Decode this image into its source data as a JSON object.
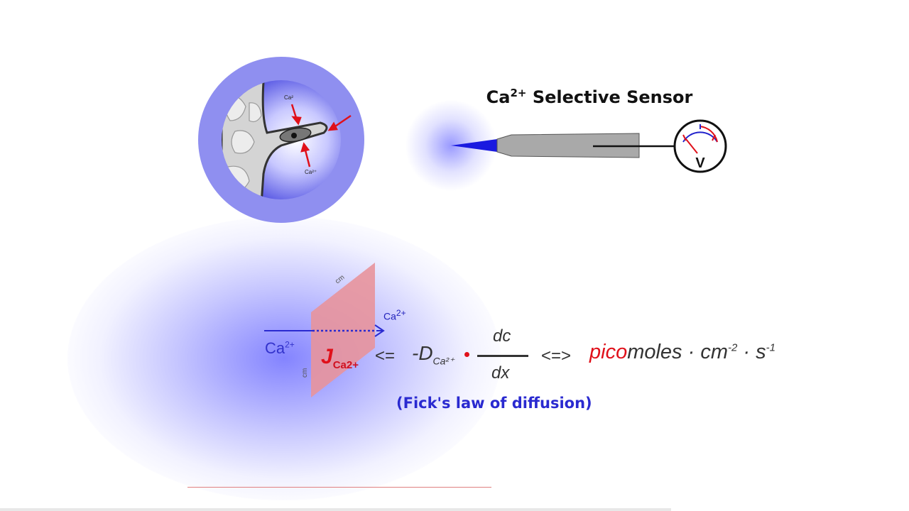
{
  "sensor": {
    "title_main": "Ca",
    "title_sup": "2+",
    "title_rest": " Selective Sensor",
    "meter_label": "V"
  },
  "cell": {
    "label_top": "Ca²",
    "label_bottom": "Ca²⁺"
  },
  "flux": {
    "ion_left_main": "Ca",
    "ion_left_sup": "2+",
    "ion_right_main": "Ca",
    "ion_right_sup": "2+",
    "cm_top": "cm",
    "cm_side": "cm",
    "j_symbol": "J",
    "j_sub": "Ca2+"
  },
  "equation": {
    "arrow_left": "<=",
    "d_symbol": "-D",
    "d_sub": "Ca²⁺",
    "numerator": "dc",
    "denominator": "dx",
    "arrow_equiv": "<=>",
    "units_red": "pico",
    "units_rest": "moles · cm",
    "cm_exp": "-2",
    "units_mid": " · s",
    "s_exp": "-1"
  },
  "caption": "(Fick's law of diffusion)",
  "colors": {
    "accent_blue": "#2a2ad0",
    "flux_red": "#e0101a",
    "cell_ring": "#8f8ff0",
    "sensor_gray": "#a9a9a9"
  }
}
